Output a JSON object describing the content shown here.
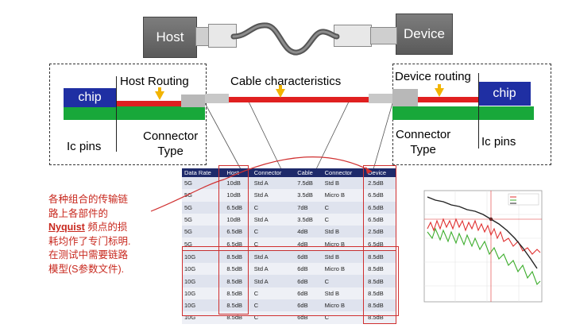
{
  "top": {
    "host_label": "Host",
    "device_label": "Device"
  },
  "diagram": {
    "host_routing": "Host Routing",
    "cable_characteristics": "Cable characteristics",
    "device_routing": "Device routing",
    "chip_left": "chip",
    "chip_right": "chip",
    "connector_left": "Connector\nType",
    "connector_right": "Connector\nType",
    "ic_pins_left": "Ic pins",
    "ic_pins_right": "Ic pins"
  },
  "table": {
    "headers": [
      "Data Rate",
      "Host",
      "Connector",
      "Cable",
      "Connector",
      "Device"
    ],
    "rows": [
      [
        "5G",
        "10dB",
        "Std A",
        "7.5dB",
        "Std B",
        "2.5dB"
      ],
      [
        "5G",
        "10dB",
        "Std A",
        "3.5dB",
        "Micro B",
        "6.5dB"
      ],
      [
        "5G",
        "6.5dB",
        "C",
        "7dB",
        "C",
        "6.5dB"
      ],
      [
        "5G",
        "10dB",
        "Std A",
        "3.5dB",
        "C",
        "6.5dB"
      ],
      [
        "5G",
        "6.5dB",
        "C",
        "4dB",
        "Std B",
        "2.5dB"
      ],
      [
        "5G",
        "6.5dB",
        "C",
        "4dB",
        "Micro B",
        "6.5dB"
      ],
      [
        "10G",
        "8.5dB",
        "Std A",
        "6dB",
        "Std B",
        "8.5dB"
      ],
      [
        "10G",
        "8.5dB",
        "Std A",
        "6dB",
        "Micro B",
        "8.5dB"
      ],
      [
        "10G",
        "8.5dB",
        "Std A",
        "6dB",
        "C",
        "8.5dB"
      ],
      [
        "10G",
        "8.5dB",
        "C",
        "6dB",
        "Std B",
        "8.5dB"
      ],
      [
        "10G",
        "8.5dB",
        "C",
        "6dB",
        "Micro B",
        "8.5dB"
      ],
      [
        "10G",
        "8.5dB",
        "C",
        "6dB",
        "C",
        "8.5dB"
      ]
    ]
  },
  "annotation": {
    "line1": "各种组合的传输链",
    "line2": "路上各部件的",
    "line3_nyquist": "Nyquist",
    "line3_rest": " 频点的损",
    "line4": "耗均作了专门标明.",
    "line5": "在测试中需要链路",
    "line6": "模型(S参数文件)."
  },
  "colors": {
    "chip_blue": "#1f2fa3",
    "pcb_green": "#18a83a",
    "trace_red": "#e02020",
    "arrow_yellow": "#f2b400",
    "table_header": "#1e2a6a",
    "annotation_red": "#c8281e"
  }
}
